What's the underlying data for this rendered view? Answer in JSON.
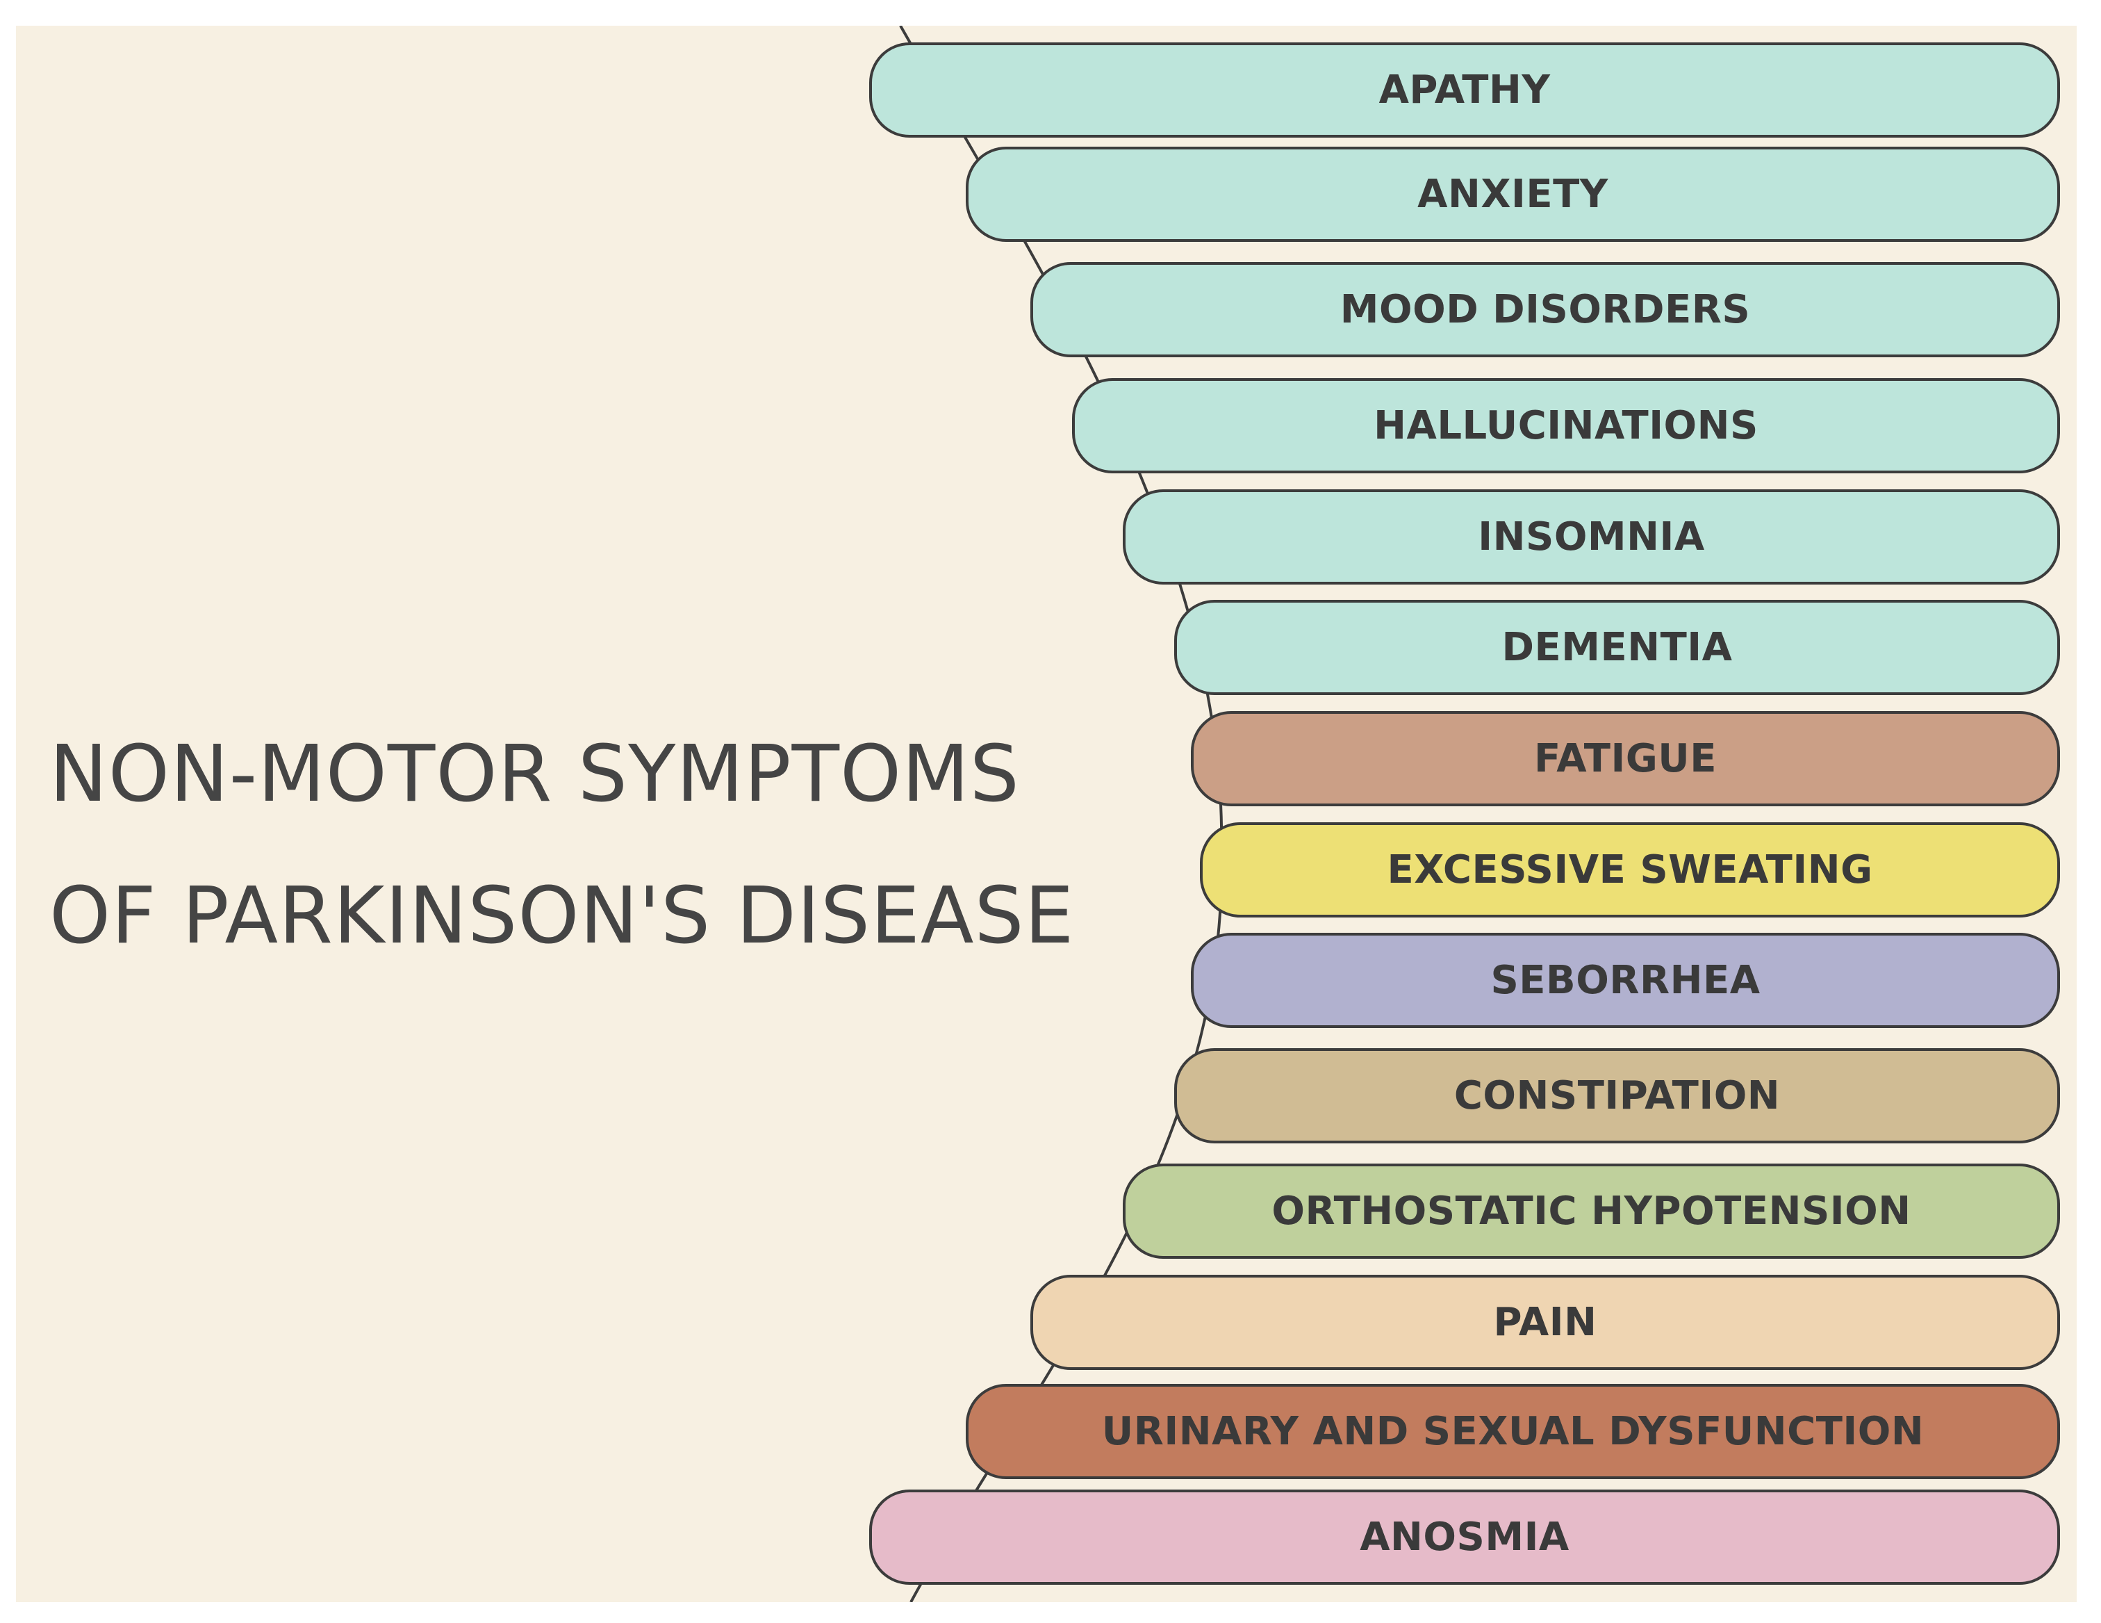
{
  "background_color": "#f7f0e2",
  "title": {
    "line1": "NON-MOTOR SYMPTOMS",
    "line2": "OF PARKINSON'S DISEASE"
  },
  "symptoms": [
    {
      "label": "APATHY",
      "color": "#bde5db"
    },
    {
      "label": "ANXIETY",
      "color": "#bde5db"
    },
    {
      "label": "MOOD DISORDERS",
      "color": "#bde5db"
    },
    {
      "label": "HALLUCINATIONS",
      "color": "#bde5db"
    },
    {
      "label": "INSOMNIA",
      "color": "#bde5db"
    },
    {
      "label": "DEMENTIA",
      "color": "#bde5db"
    },
    {
      "label": "FATIGUE",
      "color": "#cb9f86"
    },
    {
      "label": "EXCESSIVE SWEATING",
      "color": "#ede075"
    },
    {
      "label": "SEBORRHEA",
      "color": "#b1b1cf"
    },
    {
      "label": "CONSTIPATION",
      "color": "#d0bc94"
    },
    {
      "label": "ORTHOSTATIC HYPOTENSION",
      "color": "#bfd09c"
    },
    {
      "label": "PAIN",
      "color": "#efd5b2"
    },
    {
      "label": "URINARY AND SEXUAL DYSFUNCTION",
      "color": "#c27c5e"
    },
    {
      "label": "ANOSMIA",
      "color": "#e6bbc9"
    }
  ]
}
